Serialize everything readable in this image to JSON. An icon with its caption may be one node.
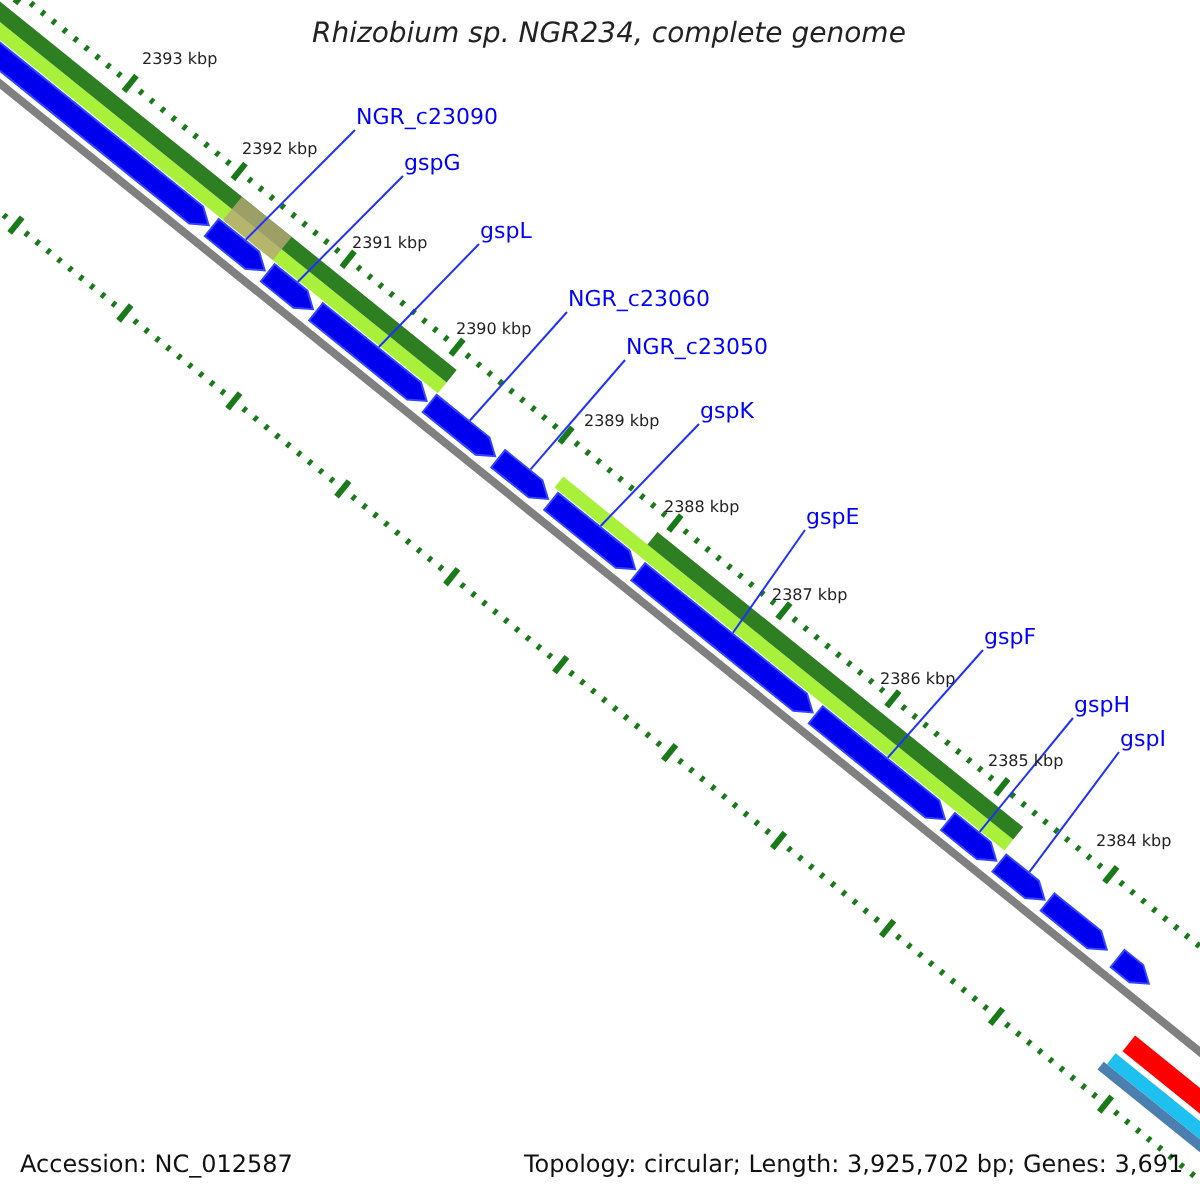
{
  "diagram": {
    "title": "Rhizobium sp. NGR234, complete genome",
    "nodes": [
      {
        "text": [
          "NGR_c23090"
        ]
      },
      {
        "text": [
          "gspG"
        ]
      },
      {
        "text": [
          "gspL"
        ]
      },
      {
        "text": [
          "NGR_c23060"
        ]
      },
      {
        "text": [
          "NGR_c23050"
        ]
      },
      {
        "text": [
          "gspK"
        ]
      },
      {
        "text": [
          "gspE"
        ]
      },
      {
        "text": [
          "gspF"
        ]
      },
      {
        "text": [
          "gspH"
        ]
      },
      {
        "text": [
          "gspI"
        ]
      },
      {
        "text": [],
        "shape": "box"
      },
      {
        "text": [],
        "shape": "box"
      },
      {
        "text": [],
        "shape": "box"
      },
      {
        "text": [],
        "shape": "box"
      },
      {
        "text": [],
        "shape": "box"
      },
      {
        "text": [],
        "shape": "box"
      },
      {
        "text": [],
        "shape": "box"
      },
      {
        "text": [],
        "shape": "box"
      },
      {
        "text": [],
        "shape": "box"
      },
      {
        "text": [],
        "shape": "box"
      },
      {
        "text": [],
        "shape": "box"
      },
      {
        "text": [],
        "shape": "box"
      },
      {
        "text": [],
        "shape": "box"
      }
    ],
    "edges": [
      {
        "from": 0,
        "to": 11,
        "arrow": "none"
      },
      {
        "from": 1,
        "to": 12,
        "arrow": "none"
      },
      {
        "from": 2,
        "to": 13,
        "arrow": "none"
      },
      {
        "from": 3,
        "to": 14,
        "arrow": "none"
      },
      {
        "from": 4,
        "to": 15,
        "arrow": "none"
      },
      {
        "from": 5,
        "to": 16,
        "arrow": "none"
      },
      {
        "from": 6,
        "to": 17,
        "arrow": "none"
      },
      {
        "from": 7,
        "to": 18,
        "arrow": "none"
      },
      {
        "from": 8,
        "to": 19,
        "arrow": "none"
      },
      {
        "from": 9,
        "to": 20,
        "arrow": "none"
      }
    ],
    "labels": [
      "2393 kbp",
      "2392 kbp",
      "2391 kbp",
      "2390 kbp",
      "2389 kbp",
      "2388 kbp",
      "2387 kbp",
      "2386 kbp",
      "2385 kbp",
      "2384 kbp",
      "Accession: NC_012587",
      "Topology: circular; Length: 3,925,702 bp; Genes: 3,691"
    ]
  }
}
